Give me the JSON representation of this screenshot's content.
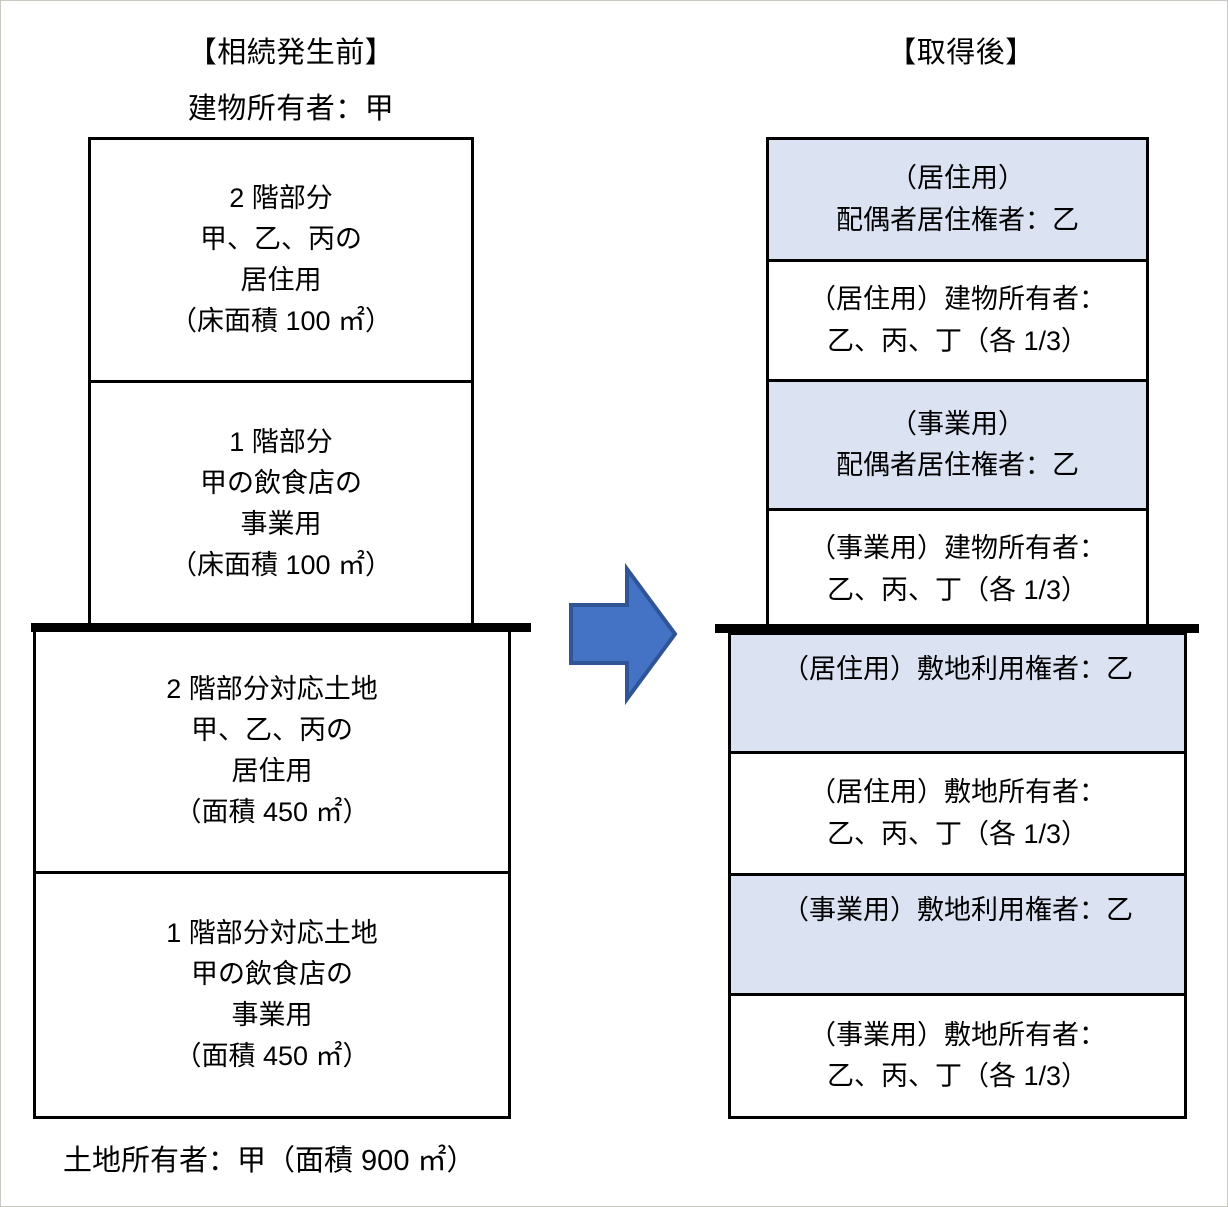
{
  "headers": {
    "left_title": "【相続発生前】",
    "left_subtitle": "建物所有者：甲",
    "right_title": "【取得後】"
  },
  "left": {
    "building": [
      {
        "id": "floor2",
        "lines": [
          "2 階部分",
          "甲、乙、丙の",
          "居住用",
          "（床面積 100 ㎡）"
        ],
        "fill": "white"
      },
      {
        "id": "floor1",
        "lines": [
          "1 階部分",
          "甲の飲食店の",
          "事業用",
          "（床面積 100 ㎡）"
        ],
        "fill": "white"
      }
    ],
    "land": [
      {
        "id": "land-floor2",
        "lines": [
          "2 階部分対応土地",
          "甲、乙、丙の",
          "居住用",
          "（面積 450 ㎡）"
        ],
        "fill": "white"
      },
      {
        "id": "land-floor1",
        "lines": [
          "1 階部分対応土地",
          "甲の飲食店の",
          "事業用",
          "（面積 450 ㎡）"
        ],
        "fill": "white"
      }
    ],
    "caption": "土地所有者：甲（面積 900 ㎡）"
  },
  "right": {
    "building": [
      {
        "id": "res-spousal-right",
        "lines": [
          "（居住用）",
          "配偶者居住権者：乙"
        ],
        "fill": "blue"
      },
      {
        "id": "res-building-owner",
        "lines": [
          "（居住用）建物所有者：",
          "乙、丙、丁（各 1/3）"
        ],
        "fill": "white"
      },
      {
        "id": "biz-spousal-right",
        "lines": [
          "（事業用）",
          "配偶者居住権者：乙"
        ],
        "fill": "blue"
      },
      {
        "id": "biz-building-owner",
        "lines": [
          "（事業用）建物所有者：",
          "乙、丙、丁（各 1/3）"
        ],
        "fill": "white"
      }
    ],
    "land": [
      {
        "id": "res-land-use-right",
        "lines": [
          "（居住用）敷地利用権者：乙"
        ],
        "fill": "blue"
      },
      {
        "id": "res-land-owner",
        "lines": [
          "（居住用）敷地所有者：",
          "乙、丙、丁（各 1/3）"
        ],
        "fill": "white"
      },
      {
        "id": "biz-land-use-right",
        "lines": [
          "（事業用）敷地利用権者：乙"
        ],
        "fill": "blue"
      },
      {
        "id": "biz-land-owner",
        "lines": [
          "（事業用）敷地所有者：",
          "乙、丙、丁（各 1/3）"
        ],
        "fill": "white"
      }
    ]
  },
  "arrow": {
    "name": "right-arrow-icon",
    "fill": "#4472c4",
    "stroke": "#2f5597"
  },
  "colors": {
    "blue_fill": "#dbe3f3",
    "border": "#000000",
    "page_border": "#c9c9c2"
  }
}
